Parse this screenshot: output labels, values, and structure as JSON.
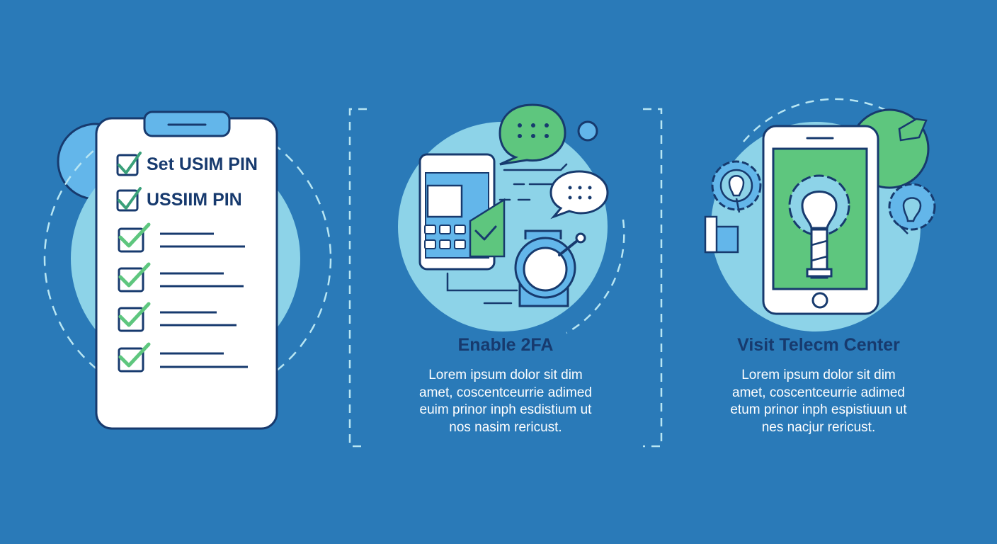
{
  "checklist": {
    "items": [
      {
        "label": "Set USIM PIN",
        "checked": true
      },
      {
        "label": "USSIIM PIN",
        "checked": true
      }
    ]
  },
  "steps": [
    {
      "title": "Enable 2FA",
      "body": "Lorem ipsum dolor  sit dim\namet, coscentceurrie adimed\neuim prinor inph  esdistium ut\nnos nasim rericust."
    },
    {
      "title": "Visit Telecm Center",
      "body": "Lorem ipsum dolor  sit dim\namet, coscentceurrie adimed\netum prinor inph  espistiuun ut\nnes nacjur rericust."
    }
  ],
  "colors": {
    "background": "#2a7ab8",
    "navy": "#173a6e",
    "light_blue_circle": "#8dd3e8",
    "accent_green": "#5ec67e",
    "sky": "#63b6ea"
  },
  "icons": [
    "clipboard-icon",
    "checkbox-icon",
    "phone-icon",
    "chat-bubble-icon",
    "stopwatch-icon",
    "gear-icon",
    "lightbulb-icon",
    "user-icon",
    "smartphone-icon"
  ]
}
